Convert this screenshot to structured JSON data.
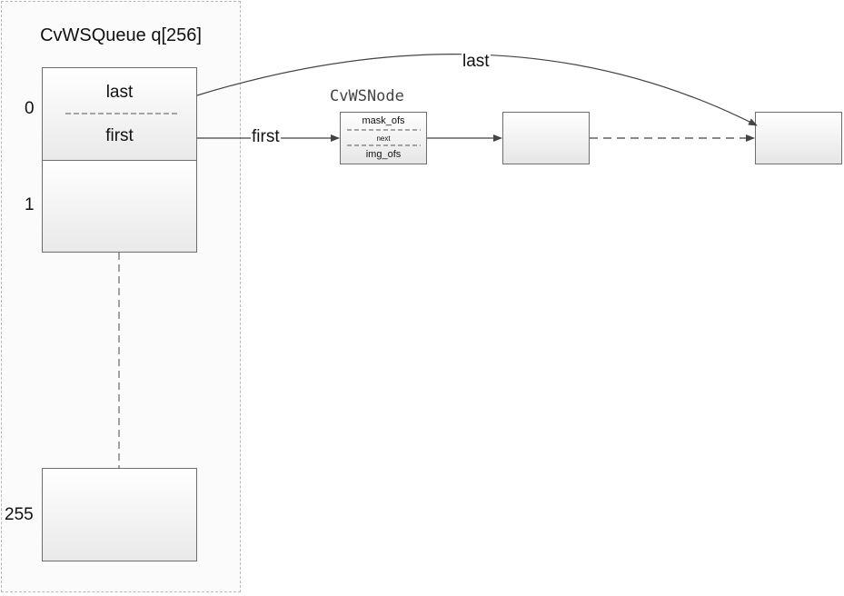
{
  "queue": {
    "title": "CvWSQueue q[256]",
    "indices": [
      "0",
      "1",
      "255"
    ],
    "cell0": {
      "top_label": "last",
      "bottom_label": "first"
    }
  },
  "node": {
    "title": "CvWSNode",
    "fields": [
      "mask_ofs",
      "next",
      "img_ofs"
    ]
  },
  "edges": {
    "first_label": "first",
    "last_label": "last"
  }
}
